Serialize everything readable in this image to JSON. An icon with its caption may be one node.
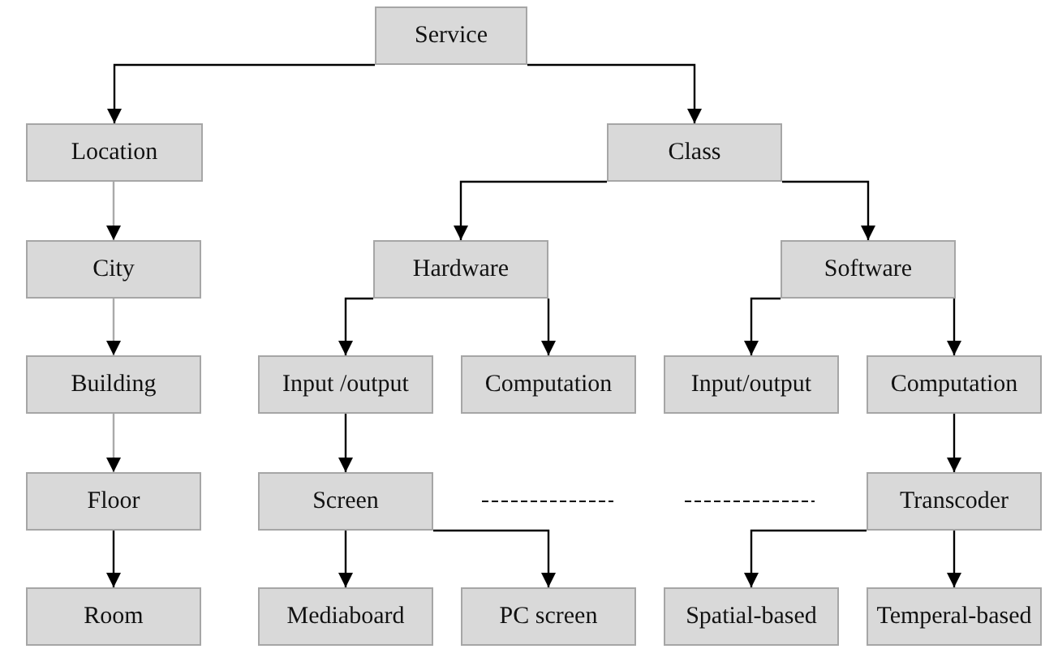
{
  "diagram": {
    "nodes": [
      {
        "text": [
          "Service"
        ]
      },
      {
        "text": [
          "Location"
        ]
      },
      {
        "text": [
          "Class"
        ]
      },
      {
        "text": [
          "City"
        ]
      },
      {
        "text": [
          "Hardware"
        ]
      },
      {
        "text": [
          "Software"
        ]
      },
      {
        "text": [
          "Building"
        ]
      },
      {
        "text": [
          "Input /output"
        ]
      },
      {
        "text": [
          "Computation"
        ]
      },
      {
        "text": [
          "Input/output"
        ]
      },
      {
        "text": [
          "Computation"
        ]
      },
      {
        "text": [
          "Floor"
        ]
      },
      {
        "text": [
          "Screen"
        ]
      },
      {
        "text": [
          "Transcoder"
        ]
      },
      {
        "text": [
          "Room"
        ]
      },
      {
        "text": [
          "Mediaboard"
        ]
      },
      {
        "text": [
          "PC screen"
        ]
      },
      {
        "text": [
          "Spatial-based"
        ]
      },
      {
        "text": [
          "Temperal-based"
        ]
      }
    ],
    "edges": [
      {
        "from": 0,
        "to": 1,
        "arrow": "to"
      },
      {
        "from": 0,
        "to": 2,
        "arrow": "to"
      },
      {
        "from": 1,
        "to": 3,
        "arrow": "to",
        "color": "#aaaaaa"
      },
      {
        "from": 2,
        "to": 4,
        "arrow": "to"
      },
      {
        "from": 2,
        "to": 5,
        "arrow": "to"
      },
      {
        "from": 3,
        "to": 6,
        "arrow": "to",
        "color": "#aaaaaa"
      },
      {
        "from": 4,
        "to": 7,
        "arrow": "to"
      },
      {
        "from": 4,
        "to": 8,
        "arrow": "to"
      },
      {
        "from": 5,
        "to": 9,
        "arrow": "to"
      },
      {
        "from": 5,
        "to": 10,
        "arrow": "to"
      },
      {
        "from": 6,
        "to": 11,
        "arrow": "to",
        "color": "#aaaaaa"
      },
      {
        "from": 7,
        "to": 12,
        "arrow": "to"
      },
      {
        "from": 10,
        "to": 13,
        "arrow": "to"
      },
      {
        "from": 11,
        "to": 14,
        "arrow": "to"
      },
      {
        "from": 12,
        "to": 15,
        "arrow": "to"
      },
      {
        "from": 12,
        "to": 16,
        "arrow": "to"
      },
      {
        "from": 13,
        "to": 17,
        "arrow": "to"
      },
      {
        "from": 13,
        "to": 18,
        "arrow": "to"
      }
    ]
  }
}
